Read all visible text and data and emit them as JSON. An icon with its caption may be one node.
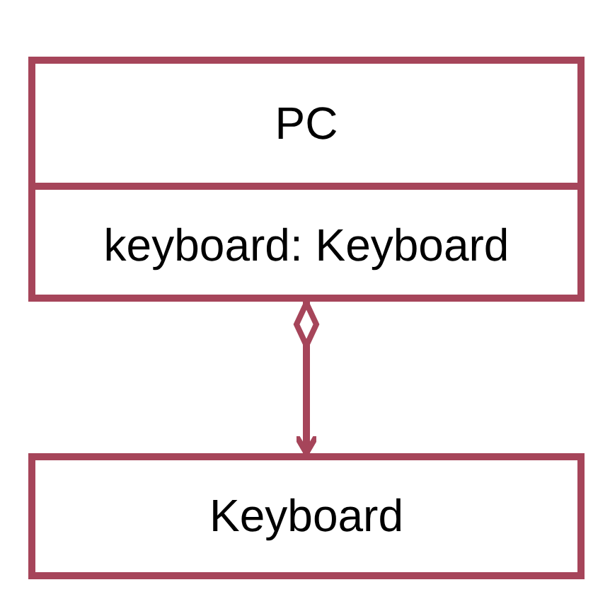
{
  "diagram": {
    "nodes": [
      {
        "text": [
          "PC",
          "keyboard: Keyboard"
        ]
      },
      {
        "text": [
          "Keyboard"
        ]
      }
    ],
    "edges": [
      {
        "from": 0,
        "to": 1,
        "arrow": "to"
      }
    ]
  }
}
